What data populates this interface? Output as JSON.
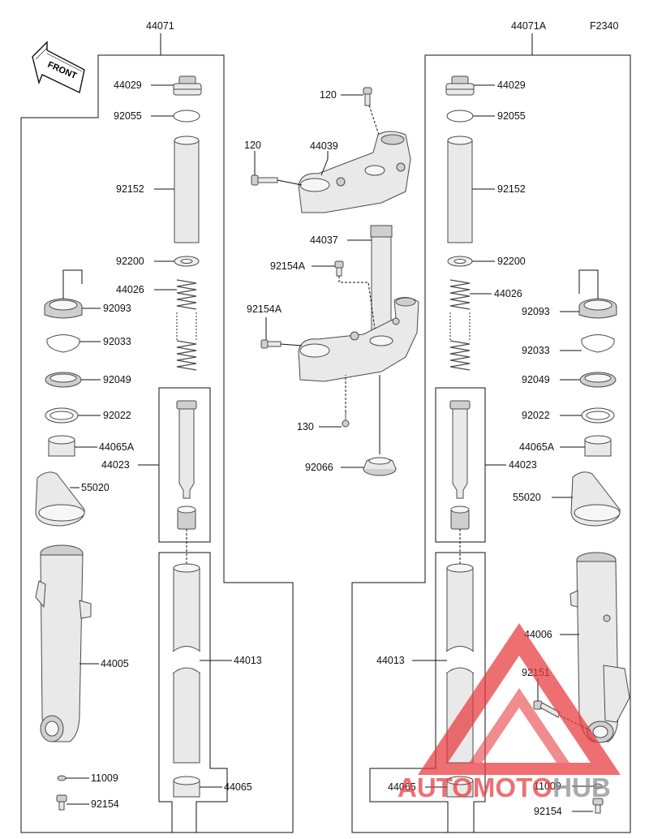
{
  "figure_code": "F2340",
  "front_arrow": {
    "text": "FRONT",
    "icon": "front-arrow-icon"
  },
  "left_assembly": {
    "assembly_number": "44071"
  },
  "right_assembly": {
    "assembly_number": "44071A"
  },
  "labels": {
    "L_44029": "44029",
    "L_92055": "92055",
    "L_92152": "92152",
    "L_92200": "92200",
    "L_44026": "44026",
    "L_92093": "92093",
    "L_92033": "92033",
    "L_92049": "92049",
    "L_92022": "92022",
    "L_44065A": "44065A",
    "L_44023": "44023",
    "L_55020": "55020",
    "L_44005": "44005",
    "L_44013": "44013",
    "L_11009": "11009",
    "L_44065": "44065",
    "L_92154": "92154",
    "C_120a": "120",
    "C_44039": "44039",
    "C_120b": "120",
    "C_44037": "44037",
    "C_92154Aa": "92154A",
    "C_92154Ab": "92154A",
    "C_130": "130",
    "C_92066": "92066",
    "R_44029": "44029",
    "R_92055": "92055",
    "R_92152": "92152",
    "R_92200": "92200",
    "R_44026": "44026",
    "R_92093": "92093",
    "R_92033": "92033",
    "R_92049": "92049",
    "R_92022": "92022",
    "R_44065A": "44065A",
    "R_44023": "44023",
    "R_55020": "55020",
    "R_44006": "44006",
    "R_44013": "44013",
    "R_92151": "92151",
    "R_11009": "11009",
    "R_44065": "44065",
    "R_92154": "92154"
  },
  "watermark": {
    "text_part1": "AUTO",
    "text_part2": "MOTO",
    "text_part3": "HUB",
    "color_primary": "#e8383d",
    "color_secondary": "#8c8c8c"
  }
}
